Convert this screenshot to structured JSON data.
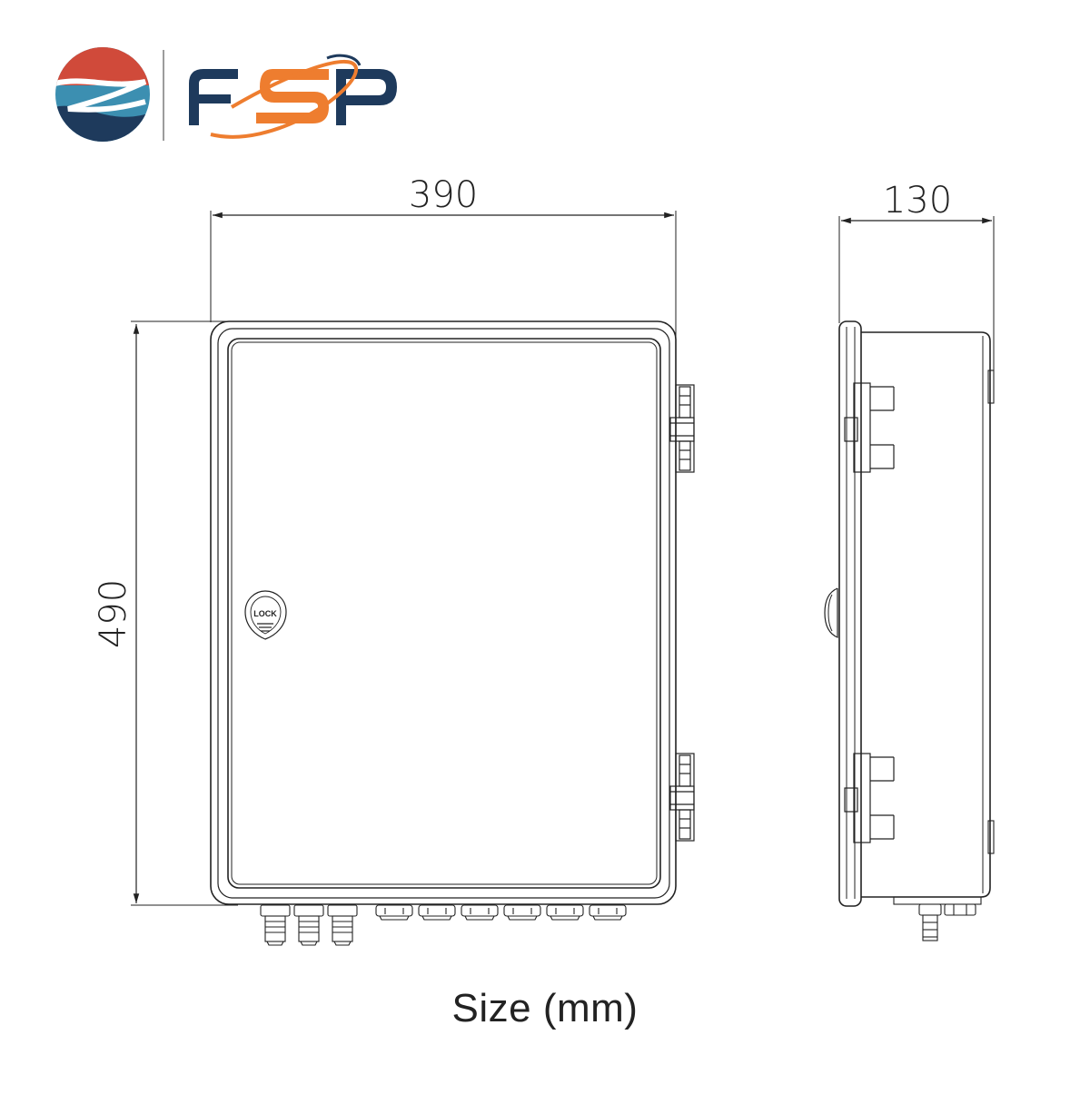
{
  "brand": {
    "name": "FSP",
    "colors": {
      "navy": "#1e3a5c",
      "orange": "#ee7d2f",
      "red": "#d04a3a",
      "teal": "#3c8fb1"
    }
  },
  "front_view": {
    "width_label": "390",
    "height_label": "490",
    "lock_label": "LOCK"
  },
  "side_view": {
    "depth_label": "130"
  },
  "caption": "Size (mm)",
  "icons": [
    "brand-logo-icon",
    "lock-icon"
  ]
}
